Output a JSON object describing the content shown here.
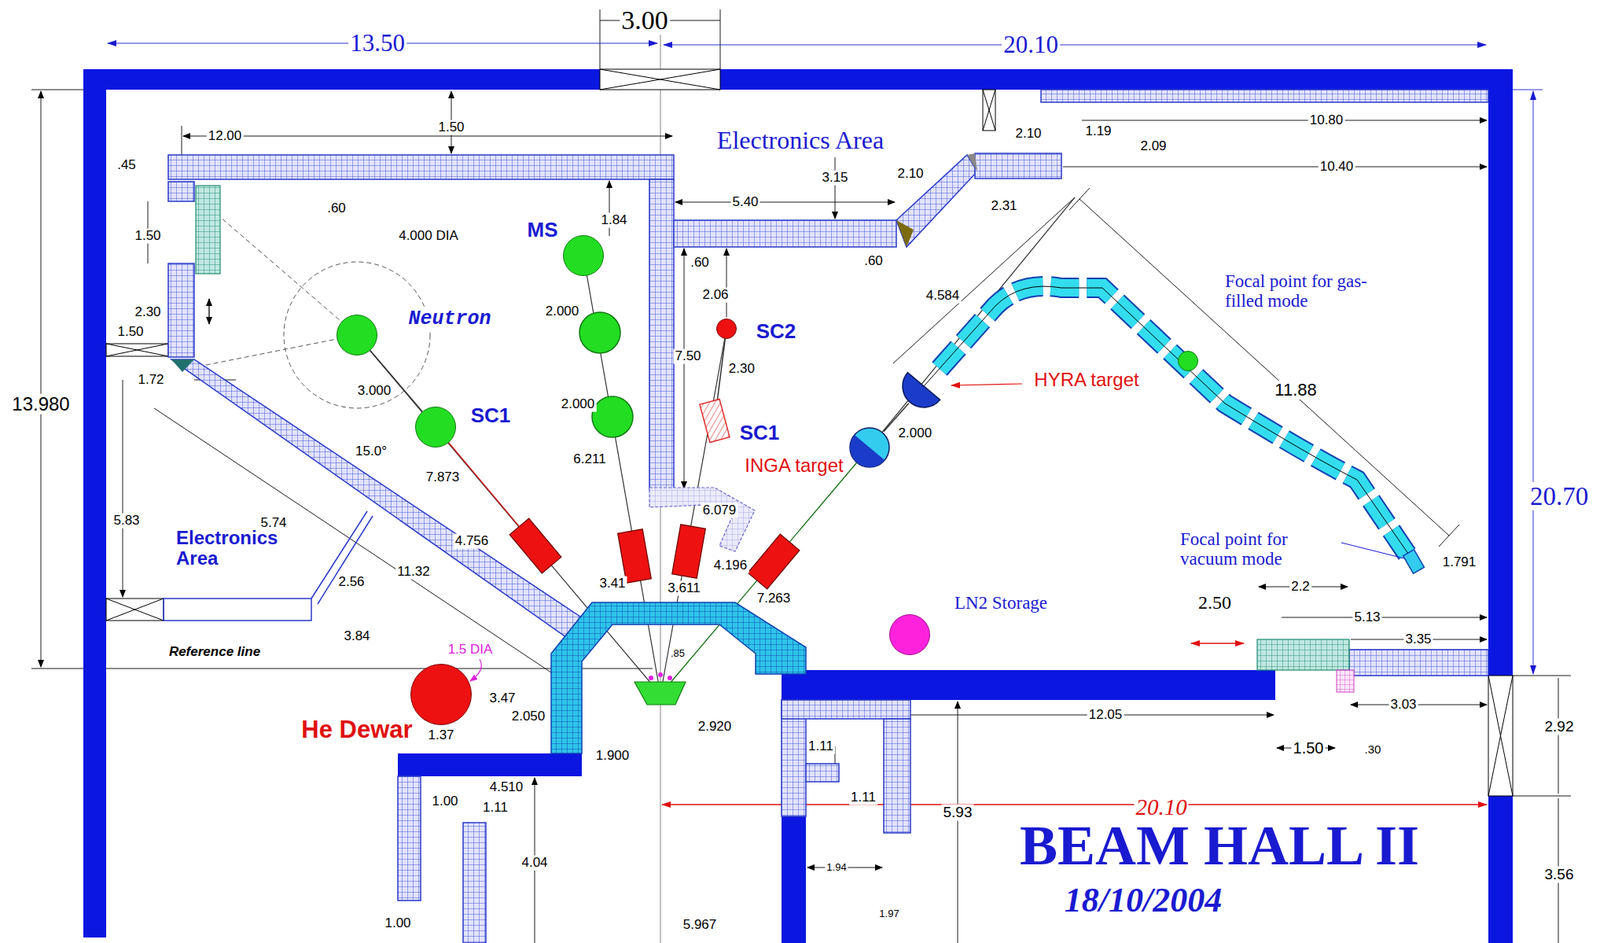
{
  "diagram": {
    "title": "BEAM HALL II",
    "caption": "18/10/2004",
    "nodes": [
      {
        "text": [
          "MS"
        ]
      },
      {
        "text": [
          "Neutron"
        ]
      },
      {
        "text": [
          "SC2"
        ]
      },
      {
        "text": [
          "Focal point for gas-filled mode"
        ]
      },
      {
        "text": [
          "HYRA target"
        ]
      },
      {
        "text": [
          "SC1"
        ]
      },
      {
        "text": [
          "SC1"
        ]
      },
      {
        "text": [
          "INGA target"
        ]
      },
      {
        "text": [
          "Focal point for vacuum mode"
        ]
      },
      {
        "text": [
          "LN2 Storage"
        ]
      },
      {
        "text": [
          "He Dewar"
        ]
      }
    ],
    "edges": [
      {
        "from": 1,
        "to": 5,
        "label": "3.000",
        "arrow": "none"
      },
      {
        "from": 2,
        "to": 6,
        "label": "2.30",
        "arrow": "none"
      },
      {
        "from": 7,
        "to": 4,
        "label": "2.000",
        "arrow": "none"
      }
    ],
    "labels": [
      "13.50",
      "3.00",
      "20.10",
      "12.00",
      "1.50",
      ".45",
      ".60",
      "1.50",
      "4.000 DIA",
      "2.30",
      "1.50",
      "1.72",
      "13.980",
      "Electronics Area",
      "15.0°",
      "7.873",
      "5.74",
      "5.83",
      "Electronics Area",
      "11.32",
      "2.56",
      "4.756",
      "3.84",
      "Reference line",
      "1.5 DIA",
      "3.47",
      "1.37",
      "2.050",
      "1.900",
      "1.00",
      "4.510",
      "1.11",
      "4.04",
      "1.00",
      "5.967",
      "2.920",
      ".85",
      "3.41",
      "3.611",
      "1.84",
      "2.000",
      "2.000",
      "6.211",
      "7.50",
      ".60",
      "5.40",
      "2.06",
      "6.079",
      "4.196",
      "7.263",
      "3.15",
      "2.10",
      ".60",
      "2.10",
      "1.19",
      "2.09",
      "10.80",
      "10.40",
      "2.31",
      "4.584",
      "11.88",
      "1.791",
      "2.50",
      "2.2",
      "5.13",
      "3.35",
      "20.70",
      "12.05",
      "1.50",
      ".30",
      "3.03",
      "2.92",
      "1.11",
      "1.11",
      "5.93",
      "1.94",
      "1.97",
      "20.10",
      "3.56"
    ]
  }
}
